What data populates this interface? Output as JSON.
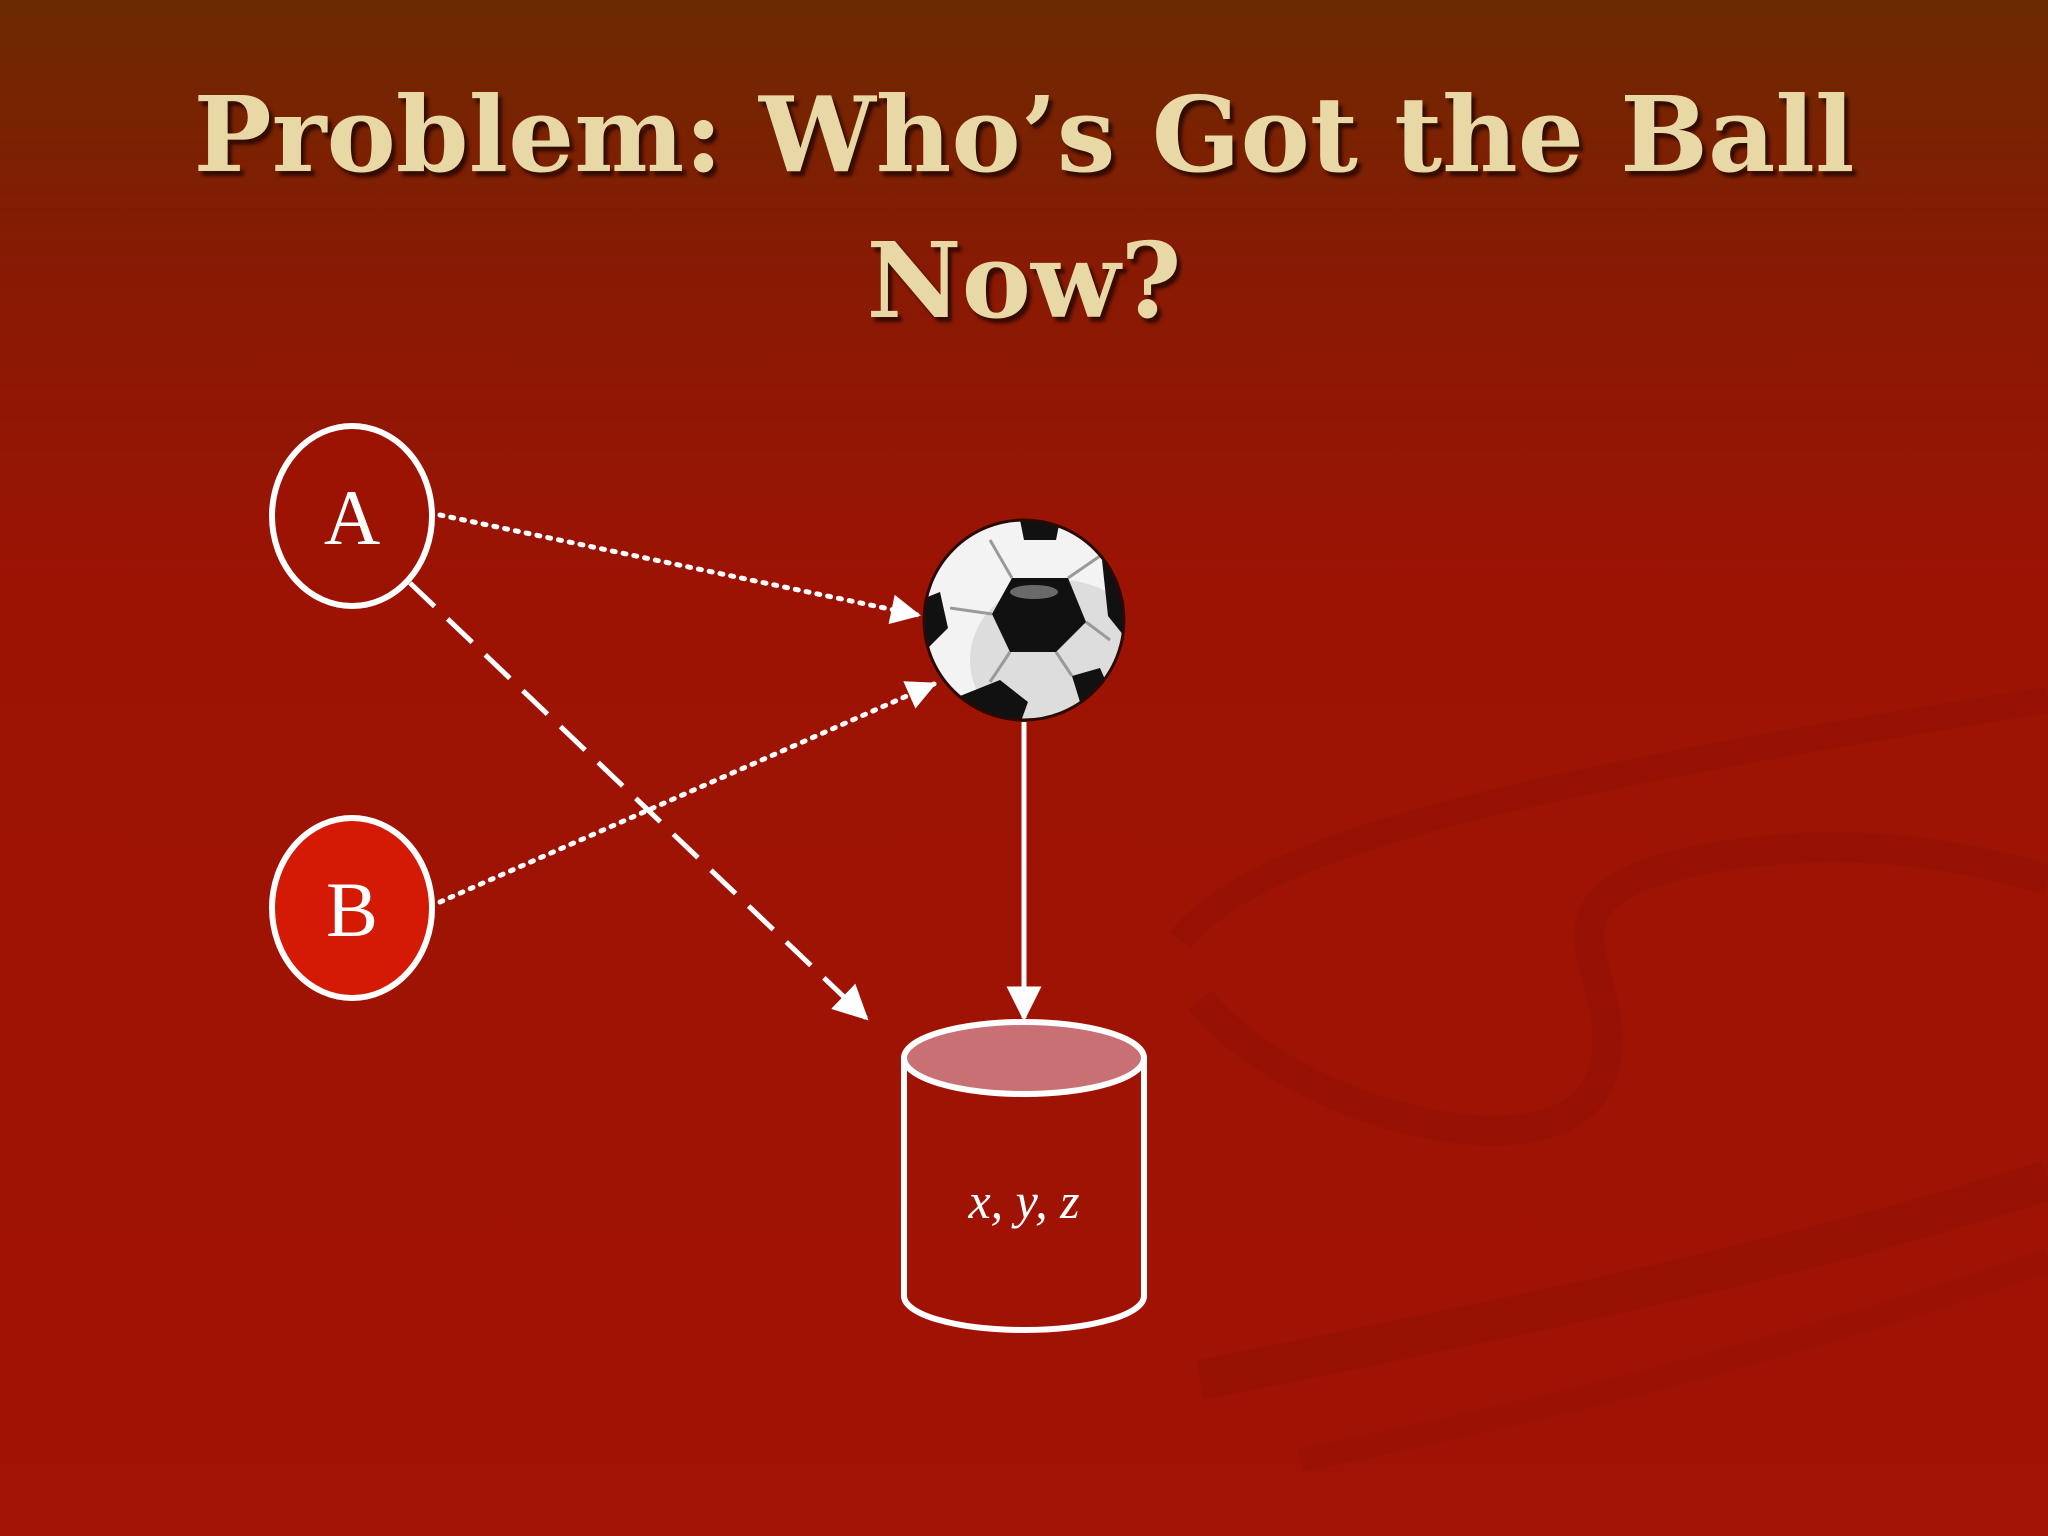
{
  "slide": {
    "title_line1": "Problem: Who’s Got the Ball",
    "title_line2": "Now?"
  },
  "diagram": {
    "nodes": [
      {
        "id": "A",
        "label": "A",
        "fill": "#9c1304"
      },
      {
        "id": "B",
        "label": "B",
        "fill": "#d41a04"
      }
    ],
    "ball_icon": "soccer-ball-icon",
    "database": {
      "label": "x, y, z",
      "top_fill": "#c87074"
    },
    "edges": [
      {
        "from": "A",
        "to": "ball",
        "style": "dotted"
      },
      {
        "from": "B",
        "to": "ball",
        "style": "dotted"
      },
      {
        "from": "A",
        "to": "database",
        "style": "dashed"
      },
      {
        "from": "ball",
        "to": "database",
        "style": "solid"
      }
    ]
  },
  "colors": {
    "title": "#e8d8a6",
    "stroke": "#ffffff",
    "background": "#a11304"
  }
}
